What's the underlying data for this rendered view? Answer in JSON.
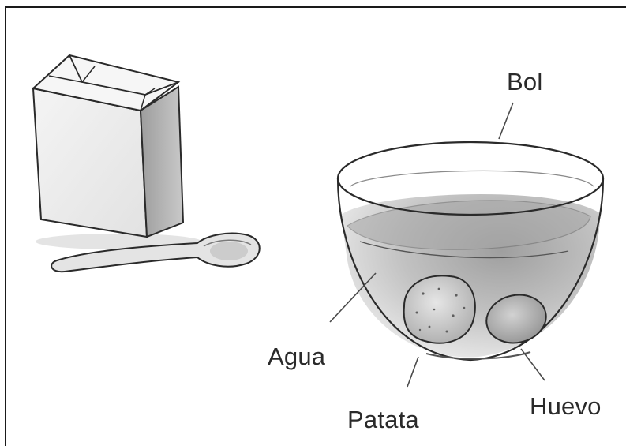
{
  "labels": {
    "bowl": "Bol",
    "water": "Agua",
    "potato": "Patata",
    "egg": "Huevo"
  },
  "colors": {
    "ink": "#2a2a2a",
    "wash": "#9a9a9a",
    "background": "#ffffff"
  },
  "icons": [
    "salt-box-icon",
    "spoon-icon",
    "bowl-icon",
    "water-icon",
    "potato-icon",
    "egg-icon"
  ]
}
